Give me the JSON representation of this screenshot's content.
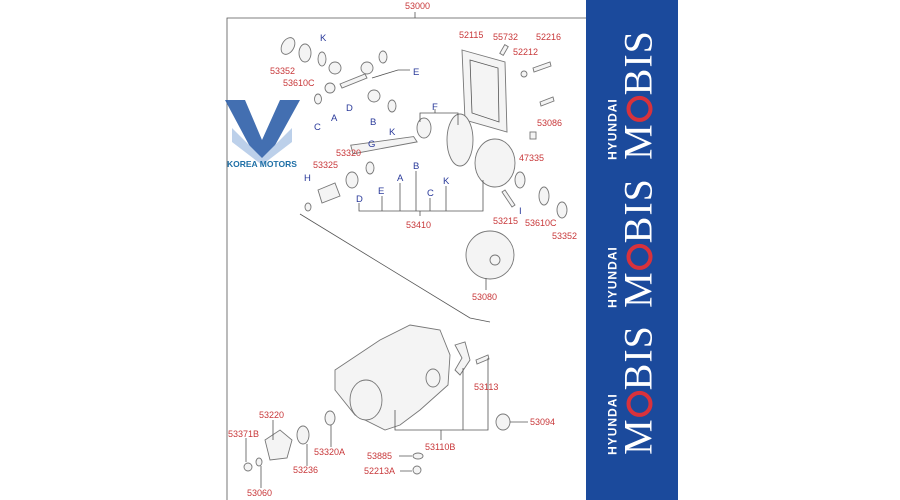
{
  "diagram": {
    "assembly_number": "53000",
    "watermark": "KOREA MOTORS",
    "part_numbers": {
      "p53352_a": "53352",
      "p53610c_a": "53610C",
      "p52115": "52115",
      "p55732": "55732",
      "p52216": "52216",
      "p52212": "52212",
      "p53086": "53086",
      "p47335": "47335",
      "p53320": "53320",
      "p53325": "53325",
      "p53410": "53410",
      "p53215": "53215",
      "p53610c_b": "53610C",
      "p53352_b": "53352",
      "p53080": "53080",
      "p53113": "53113",
      "p53094": "53094",
      "p53220": "53220",
      "p53371b": "53371B",
      "p53320a": "53320A",
      "p53110b": "53110B",
      "p53236": "53236",
      "p53885": "53885",
      "p52213a": "52213A",
      "p53060": "53060"
    },
    "reference_letters": {
      "k1": "K",
      "e1": "E",
      "d1": "D",
      "a1": "A",
      "c1": "C",
      "b1": "B",
      "k2": "K",
      "f": "F",
      "g": "G",
      "h": "H",
      "e2": "E",
      "a2": "A",
      "b2": "B",
      "c2": "C",
      "k3": "K",
      "d2": "D",
      "i": "I"
    }
  },
  "brand_panel": {
    "background": "#1b4a9c",
    "logos": [
      {
        "top": "HYUNDAI",
        "bottom_left": "M",
        "bottom_right": "BIS"
      },
      {
        "top": "HYUNDAI",
        "bottom_left": "M",
        "bottom_right": "BIS"
      },
      {
        "top": "HYUNDAI",
        "bottom_left": "M",
        "bottom_right": "BIS"
      }
    ]
  }
}
